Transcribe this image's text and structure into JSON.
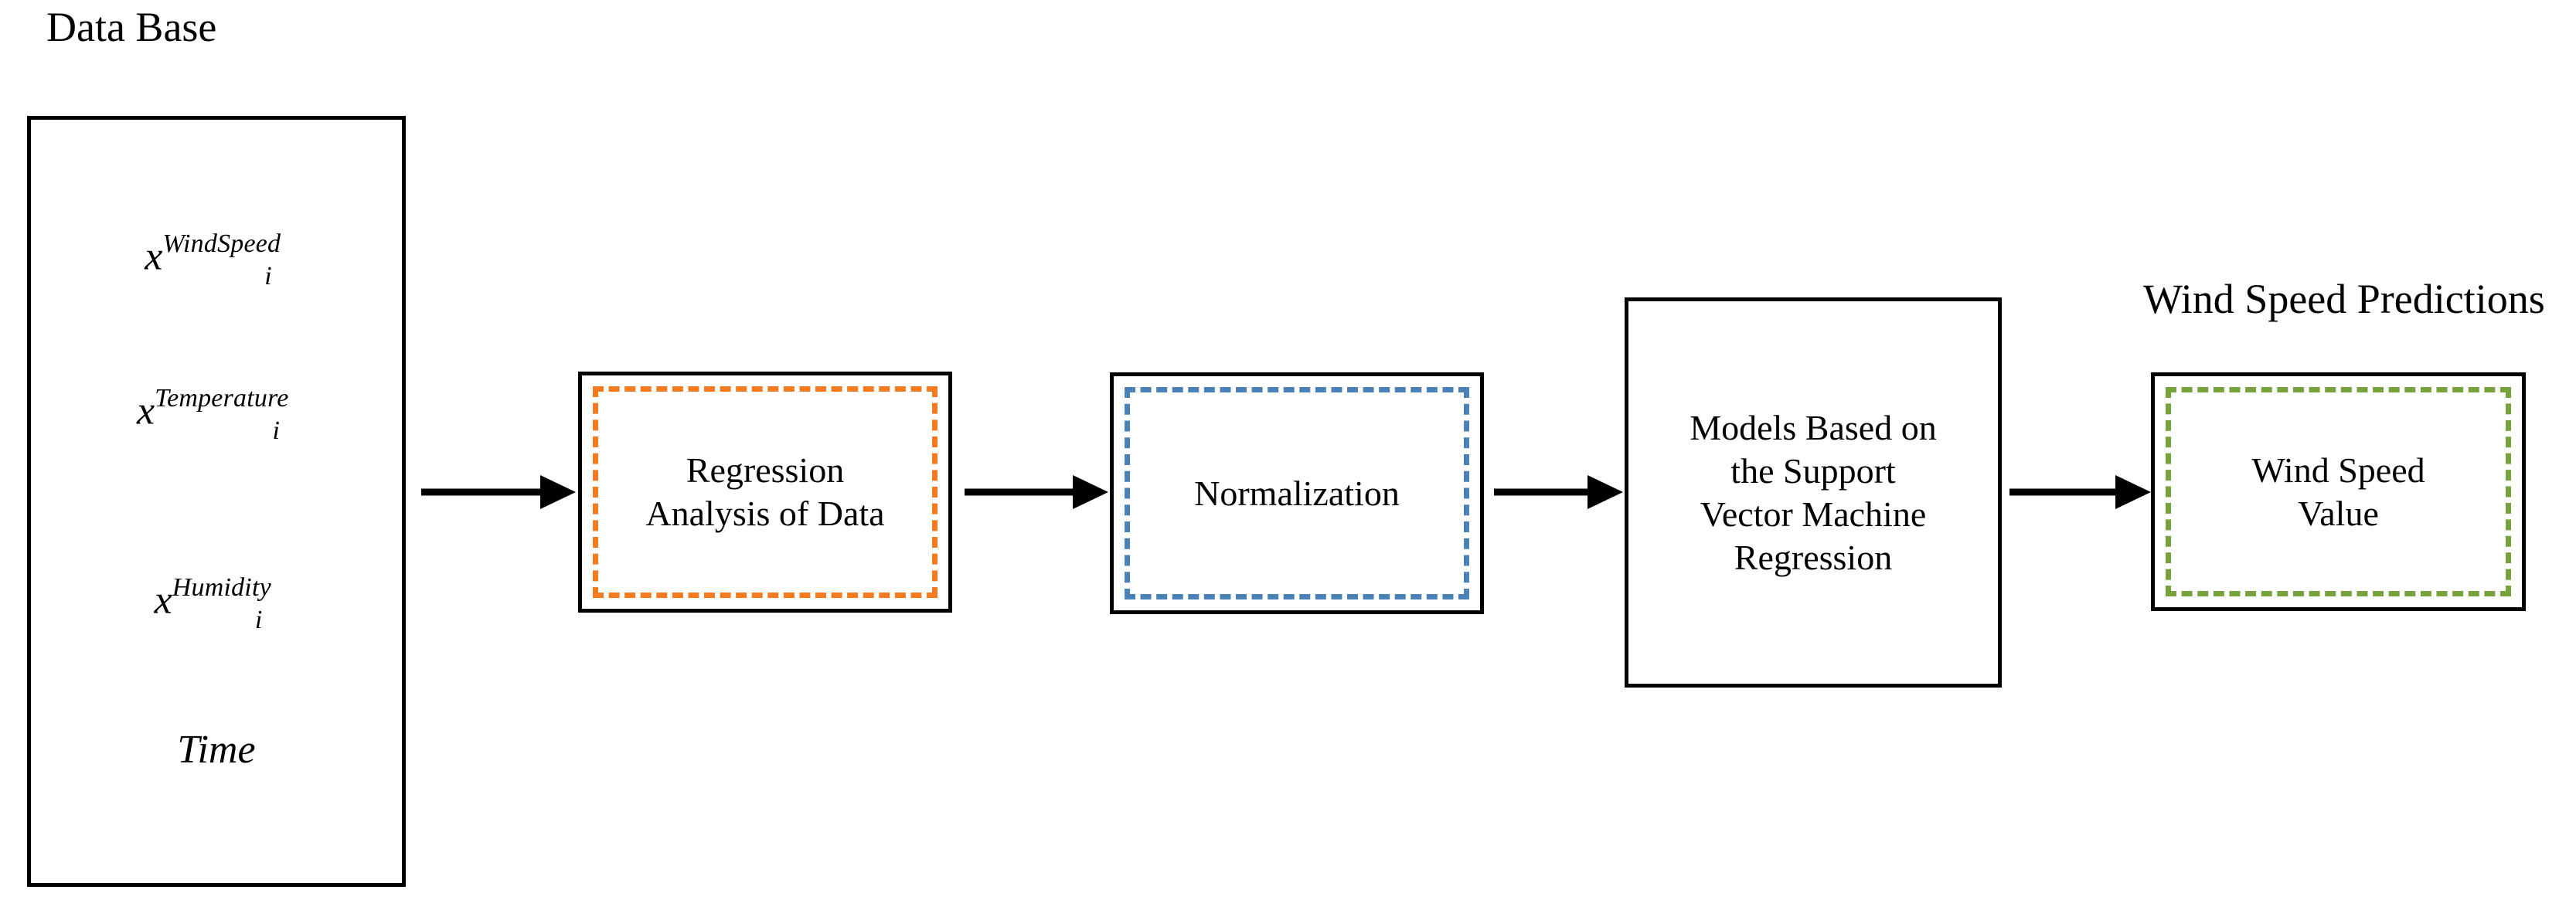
{
  "diagram": {
    "title_database": "Data Base",
    "title_predictions": "Wind Speed Predictions"
  },
  "database": {
    "caption": "Data Base",
    "variables": [
      {
        "base": "x",
        "sub": "i",
        "sup": "WindSpeed",
        "plain": ""
      },
      {
        "base": "x",
        "sub": "i",
        "sup": "Temperature",
        "plain": ""
      },
      {
        "base": "x",
        "sub": "i",
        "sup": "Humidity",
        "plain": ""
      },
      {
        "base": "",
        "sub": "",
        "sup": "",
        "plain": "Time"
      }
    ]
  },
  "stages": {
    "regression": {
      "line1": "Regression",
      "line2": "Analysis of Data",
      "accent_color": "#F57B20"
    },
    "normalization": {
      "line1": "Normalization",
      "accent_color": "#4A82B7"
    },
    "svm": {
      "line1": "Models Based on",
      "line2": "the Support",
      "line3": "Vector Machine",
      "line4": "Regression",
      "accent_color": "#000000"
    },
    "output": {
      "caption": "Wind Speed Predictions",
      "line1": "Wind Speed",
      "line2": "Value",
      "accent_color": "#77A33C"
    }
  },
  "flow": {
    "arrow_1_label": "database-to-regression",
    "arrow_2_label": "regression-to-normalization",
    "arrow_3_label": "normalization-to-svm",
    "arrow_4_label": "svm-to-output"
  }
}
